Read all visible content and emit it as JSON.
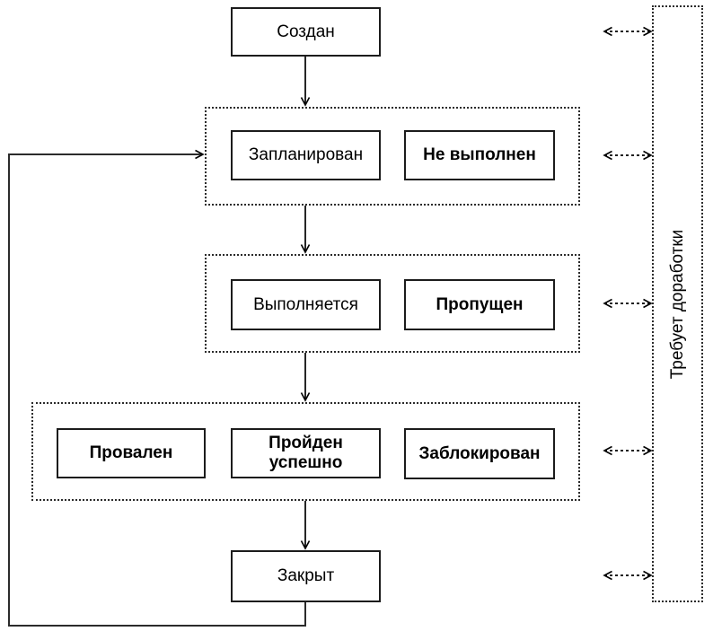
{
  "colors": {
    "line": "#000000",
    "box_border": "#1c1c1c",
    "background": "#ffffff"
  },
  "nodes": {
    "created": "Создан",
    "planned": "Запланирован",
    "not_executed": "Не выполнен",
    "in_progress": "Выполняется",
    "skipped": "Пропущен",
    "failed": "Провален",
    "passed": "Пройден\nуспешно",
    "blocked": "Заблокирован",
    "closed": "Закрыт"
  },
  "side_label": "Требует доработки"
}
